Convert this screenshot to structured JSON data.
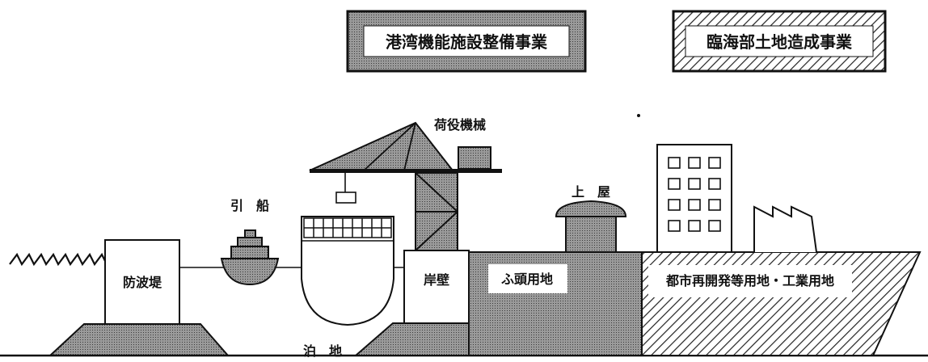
{
  "legend": {
    "port_facility": "港湾機能施設整備事業",
    "land_reclamation": "臨海部土地造成事業"
  },
  "labels": {
    "cargo_handling": "荷役機械",
    "tugboat": "引　船",
    "shed": "上　屋",
    "breakwater": "防波堤",
    "quay_wall": "岸壁",
    "wharf_land": "ふ頭用地",
    "urban_industrial_land": "都市再開発等用地・工業用地",
    "anchorage": "泊　地"
  },
  "colors": {
    "line": "#111111",
    "port_fill": "#8c8c8c",
    "hatch": "#222222",
    "background": "#ffffff"
  }
}
